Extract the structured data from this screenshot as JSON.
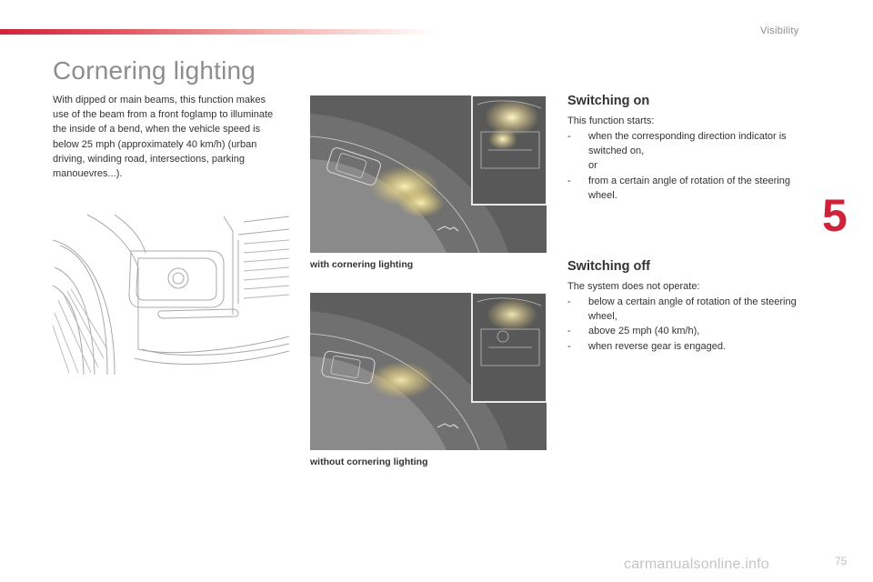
{
  "header": {
    "section": "Visibility",
    "accent_color": "#d0233a"
  },
  "title": "Cornering lighting",
  "intro": "With dipped or main beams, this function makes use of the beam from a front foglamp to illuminate the inside of a bend, when the vehicle speed is below 25 mph (approximately 40 km/h) (urban driving, winding road, intersections, parking manouevres...).",
  "figures": [
    {
      "caption": "with cornering lighting",
      "icon": "car-headlight-beam"
    },
    {
      "caption": "without cornering lighting",
      "icon": "car-headlight-beam"
    }
  ],
  "switching_on": {
    "heading": "Switching on",
    "intro": "This function starts:",
    "items": [
      {
        "dash": "-",
        "text": "when the corresponding direction indicator is switched on,",
        "extra": "or"
      },
      {
        "dash": "-",
        "text": "from a certain angle of rotation of the steering wheel."
      }
    ]
  },
  "switching_off": {
    "heading": "Switching off",
    "intro": "The system does not operate:",
    "items": [
      {
        "dash": "-",
        "text": "below a certain angle of rotation of the steering wheel,"
      },
      {
        "dash": "-",
        "text": "above 25 mph (40 km/h),"
      },
      {
        "dash": "-",
        "text": "when reverse gear is engaged."
      }
    ]
  },
  "chapter_number": "5",
  "page_number": "75",
  "watermark": "carmanualsonline.info"
}
